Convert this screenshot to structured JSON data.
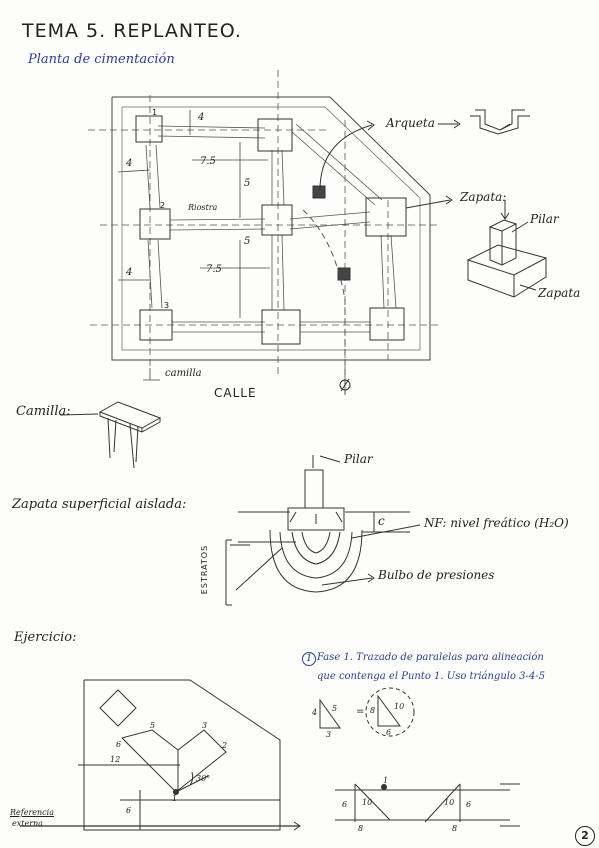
{
  "header": {
    "title": "TEMA 5. REPLANTEO.",
    "subtitle": "Planta de cimentación"
  },
  "plan": {
    "labels": {
      "arqueta": "Arqueta",
      "zapata": "Zapata:",
      "pilar": "Pilar",
      "zapata_small": "Zapata",
      "riostra": "Riostra",
      "camilla": "camilla",
      "calle": "CALLE"
    },
    "dims": {
      "d_top": "4",
      "d_left_upper": "4",
      "d_left_lower": "4",
      "span_upper": "7.5",
      "span_lower": "7.5",
      "v_upper": "5",
      "v_lower": "5"
    },
    "numbers": [
      "1",
      "2",
      "3"
    ]
  },
  "camilla_section": {
    "label": "Camilla:"
  },
  "zapata_section": {
    "label": "Zapata superficial aislada:",
    "pilar": "Pilar",
    "c": "c",
    "nf": "NF: nivel freático (H₂O)",
    "estratos": "ESTRATOS",
    "bulbo": "Bulbo de presiones"
  },
  "ejercicio": {
    "title": "Ejercicio:",
    "fase_num": "1",
    "fase_line1": "Fase 1. Trazado de paralelas para alineación",
    "fase_line2": "que contenga el Punto 1. Uso triángulo 3-4-5",
    "tri1": {
      "a": "4",
      "b": "3",
      "c": "5"
    },
    "tri2": {
      "a": "8",
      "b": "6",
      "c": "10"
    },
    "eq": "=",
    "fig": {
      "n5": "5",
      "n3": "3",
      "n6": "6",
      "n2": "2",
      "n1": "1",
      "d12": "12",
      "d6": "6",
      "angle": "30°",
      "ref": "Referencia",
      "ref2": "externa"
    },
    "bottom": {
      "l6": "6",
      "l10": "10",
      "l8": "8",
      "r10": "10",
      "r6": "6",
      "r8": "8",
      "n1": "1"
    }
  },
  "page_number": "2"
}
